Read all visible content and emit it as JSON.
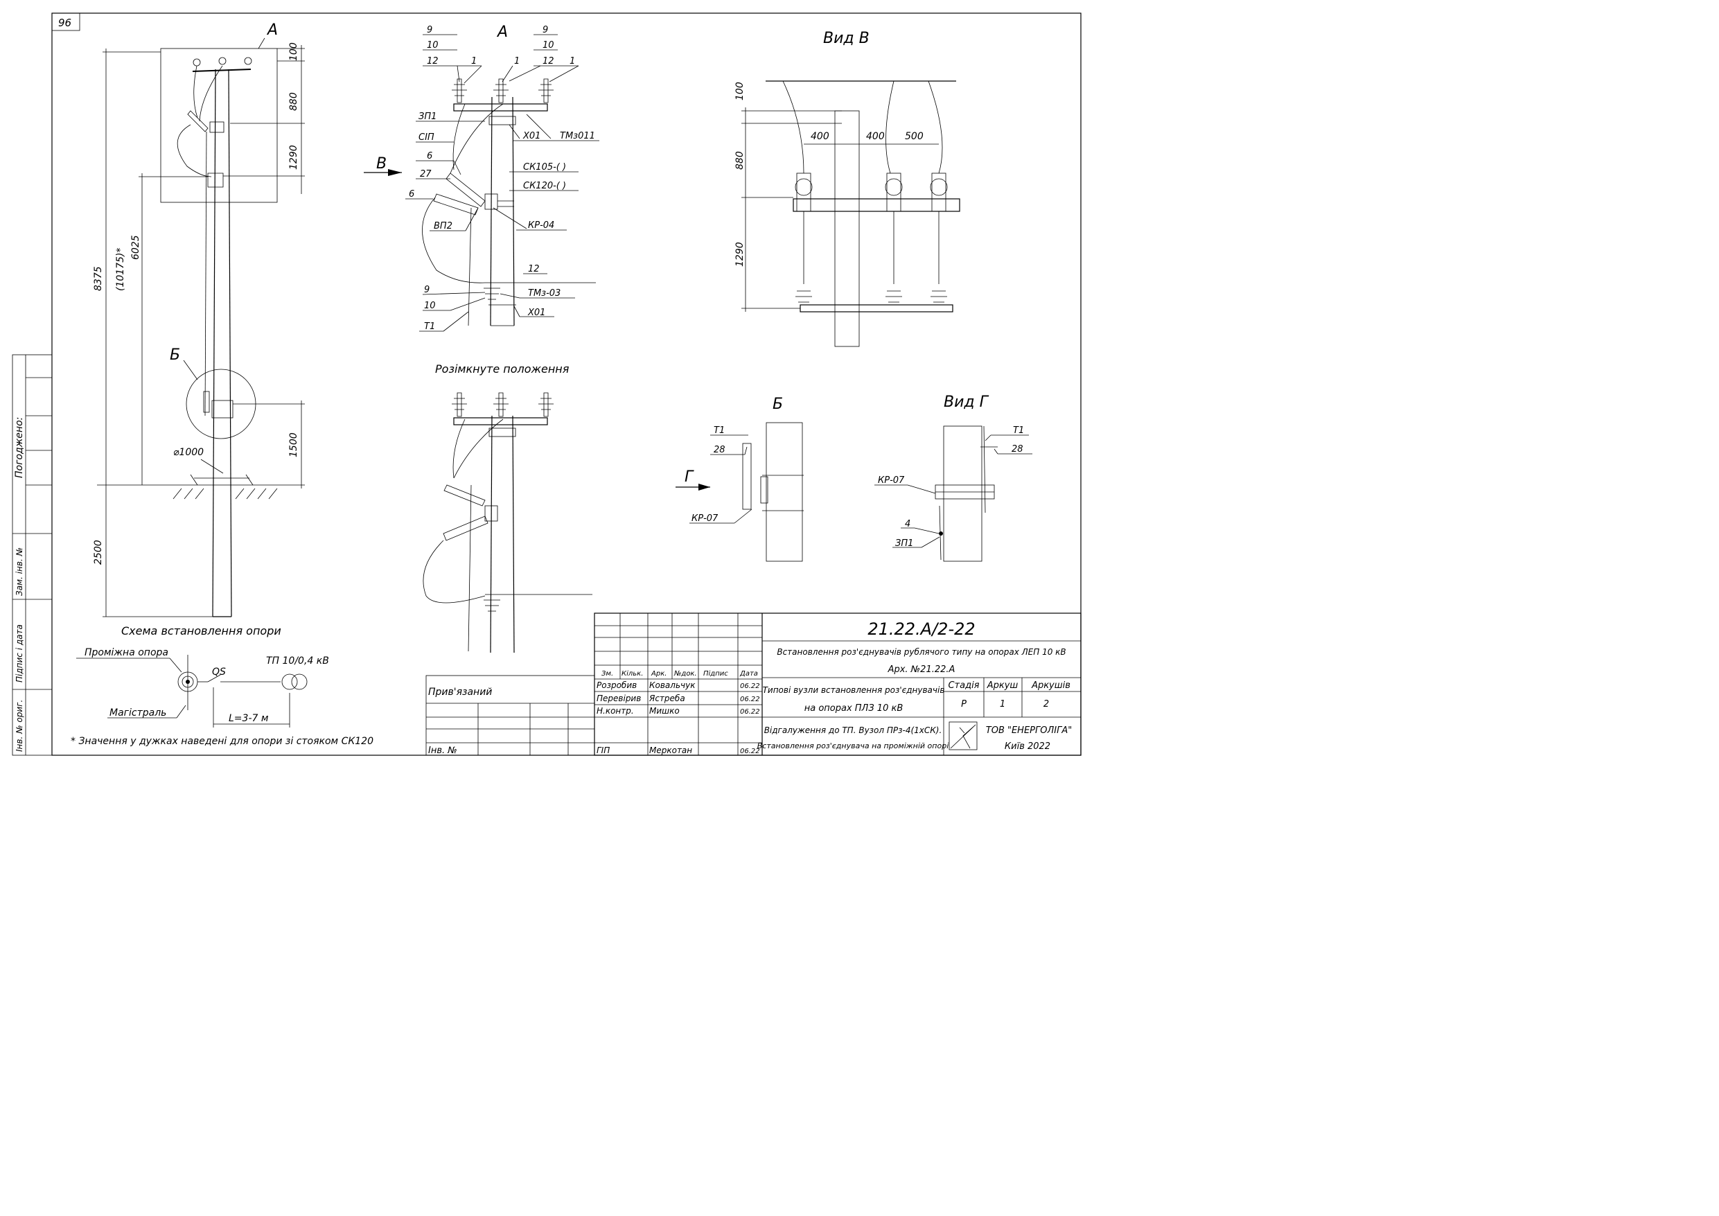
{
  "sheet_number": "96",
  "left_strip": {
    "approved": "Погоджено:",
    "replaced_inv": "Зам. інв. №",
    "sign_date": "Підпис і дата",
    "orig_inv": "Інв. № ориг."
  },
  "pole_scheme": {
    "view_label": "А",
    "callout_a": "А",
    "callout_b": "Б",
    "dims": {
      "d100": "100",
      "d880": "880",
      "d1290": "1290",
      "d8375": "8375",
      "d10175": "(10175)*",
      "d6025": "6025",
      "d1500": "1500",
      "d2500": "2500",
      "diameter": "⌀1000"
    }
  },
  "view_a": {
    "title": "А",
    "arrow_label": "В",
    "labels": [
      "9",
      "10",
      "12",
      "1",
      "1",
      "9",
      "10",
      "12",
      "1",
      "ЗП1",
      "СІП",
      "6",
      "27",
      "6",
      "ВП2",
      "Х01",
      "ТМз011",
      "СК105-(   )",
      "СК120-(   )",
      "КР-04",
      "12",
      "9",
      "10",
      "Т1",
      "ТМз-03",
      "Х01"
    ]
  },
  "open_position": {
    "title": "Розімкнуте положення"
  },
  "view_v": {
    "title": "Вид В",
    "dims": {
      "d100": "100",
      "d880": "880",
      "d1290": "1290",
      "d400a": "400",
      "d400b": "400",
      "d500": "500"
    }
  },
  "view_b": {
    "title": "Б",
    "arrow_label": "Г",
    "labels": {
      "t1": "Т1",
      "n28": "28",
      "kr07": "КР-07"
    }
  },
  "view_g": {
    "title": "Вид Г",
    "labels": {
      "t1": "Т1",
      "n28": "28",
      "kr07": "КР-07",
      "n4": "4",
      "zp1": "ЗП1"
    }
  },
  "scheme": {
    "title": "Схема встановлення опори",
    "intermediate_pole": "Проміжна опора",
    "qs": "QS",
    "tp": "ТП 10/0,4 кВ",
    "main_line": "Магістраль",
    "length": "L=3-7 м",
    "footnote": "* Значення у дужках наведені для опори зі стояком СК120"
  },
  "title_block": {
    "doc_code": "21.22.А/2-22",
    "title_line1": "Встановлення роз'єднувачів рублячого типу на опорах ЛЕП 10 кВ",
    "title_line2": "Арх. №21.22.А",
    "subtitle1": "Типові вузли встановлення роз'єднувачів",
    "subtitle2": "на опорах ПЛЗ 10 кВ",
    "sheet_title1": "Відгалуження до ТП. Вузол ПРз-4(1хСК).",
    "sheet_title2": "Встановлення роз'єднувача на проміжній опорі",
    "headers": {
      "zm": "Зм.",
      "kilk": "Кільк.",
      "ark": "Арк.",
      "ndok": "№док.",
      "pidpys": "Підпис",
      "data": "Дата"
    },
    "staff": [
      {
        "role": "Розробив",
        "name": "Ковальчук",
        "date": "06.22"
      },
      {
        "role": "Перевірив",
        "name": "Ястреба",
        "date": "06.22"
      },
      {
        "role": "Н.контр.",
        "name": "Мишко",
        "date": "06.22"
      },
      {
        "role": "ГІП",
        "name": "Меркотан",
        "date": "06.22"
      }
    ],
    "stage_header": "Стадія",
    "sheet_header": "Аркуш",
    "sheets_header": "Аркушів",
    "stage": "Р",
    "sheet": "1",
    "sheets": "2",
    "company": "ТОВ \"ЕНЕРГОЛІГА\"",
    "city": "Київ 2022",
    "attached": "Прив'язаний",
    "inv": "Інв. №"
  }
}
